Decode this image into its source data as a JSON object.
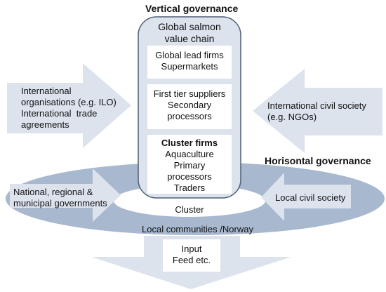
{
  "vertical_title": "Vertical governance",
  "horizontal_title": "Horisontal governance",
  "value_chain": {
    "title_line1": "Global salmon",
    "title_line2": "value chain",
    "lead_firms": {
      "line1": "Global lead firms",
      "line2": "Supermarkets"
    },
    "suppliers": {
      "line1": "First tier suppliers",
      "line2": "Secondary",
      "line3": "processors"
    },
    "cluster_firms": {
      "heading": "Cluster firms",
      "line1": "Aquaculture",
      "line2": "Primary",
      "line3": "processors",
      "line4": "Traders"
    }
  },
  "left_arrow": {
    "line1": "International",
    "line2": "organisations (e.g. ILO)",
    "line3": "International  trade",
    "line4": "agreements"
  },
  "right_arrow": {
    "line1": "International civil society",
    "line2": "(e.g. NGOs)"
  },
  "left_small_arrow": {
    "line1": "National, regional &",
    "line2": "municipal governments"
  },
  "right_small_arrow": {
    "line1": "Local civil society"
  },
  "cluster_label": "Cluster",
  "communities_label": "Local communities /Norway",
  "input_box": {
    "line1": "Input",
    "line2": "Feed etc."
  },
  "colors": {
    "arrow_fill": "#dce3ed",
    "ellipse_fill": "#a8b8cf",
    "chain_fill": "#dce3ed",
    "chain_border": "#4f5f75"
  }
}
